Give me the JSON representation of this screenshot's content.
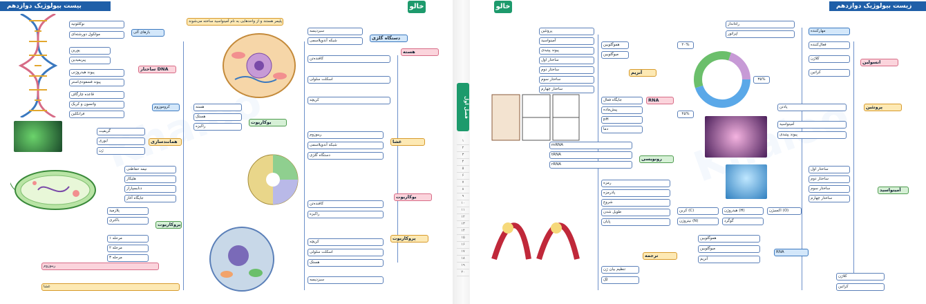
{
  "left": {
    "banner": "بیست بیولوژیک دوازدهم",
    "logo": "خالو",
    "top_note": "مقدمه: پروتئین‌ها پلیمر هستند و از واحدهایی به نام آمینواسید ساخته می‌شوند",
    "nodes": {
      "center_dna": "ساختار DNA",
      "nucleotide": "نوکلئوتید",
      "dna_double": "مولکول دورشته‌ای",
      "bases": "بازهای آلی",
      "purine": "پورین",
      "pyrimidine": "پیریمیدین",
      "bond_h": "پیوند هیدروژنی",
      "bond_p": "پیوند فسفودی‌استر",
      "chargaff": "قاعده چارگاف",
      "watson": "واتسون و کریک",
      "rosalind": "فرانکلین",
      "griffith": "گریفیت",
      "avery": "ایوری",
      "gene": "ژن",
      "chromosome": "کروموزوم",
      "replication": "همانندسازی",
      "semi": "نیمه حفاظتی",
      "helicase": "هلیکاز",
      "polymerase": "دنابسپاراز",
      "origin": "جایگاه آغاز",
      "prokaryote": "پروکاریوت",
      "eukaryote": "یوکاریوت",
      "cell_nucleus": "هسته",
      "nucleolus": "هستک",
      "membrane": "غشا",
      "ribosome": "ریبوزوم",
      "plasmid": "پلازمید",
      "bacteria": "باکتری",
      "step1": "مرحله ۱",
      "step2": "مرحله ۲",
      "step3": "مرحله ۳",
      "mitochondria": "راکیزه",
      "chloroplast": "سبزدیسه",
      "er": "شبکه آندوپلاسمی",
      "golgi": "دستگاه گلژی",
      "lysosome": "کافنده‌تن",
      "cytoskeleton": "اسکلت سلولی",
      "vacuole": "کریچه"
    }
  },
  "right": {
    "banner": "زیست بیولوژیک دوازدهم",
    "logo": "خالو",
    "chapter": "فصل اول",
    "nodes": {
      "protein": "پروتئین",
      "amino": "آمینواسید",
      "peptide": "پیوند پپتیدی",
      "primary": "ساختار اول",
      "secondary": "ساختار دوم",
      "tertiary": "ساختار سوم",
      "quaternary": "ساختار چهارم",
      "hemoglobin": "هموگلوبین",
      "myoglobin": "میوگلوبین",
      "enzyme": "آنزیم",
      "active_site": "جایگاه فعال",
      "substrate": "پیش‌ماده",
      "ph": "pH",
      "temp": "دما",
      "rna": "RNA",
      "mrna": "mRNA",
      "trna": "tRNA",
      "rrna": "rRNA",
      "transcription": "رونویسی",
      "translation": "ترجمه",
      "codon": "رمزه",
      "anticodon": "پادرمزه",
      "start": "شروع",
      "elongation": "طویل شدن",
      "termination": "پایان",
      "operon": "تنظیم بیان ژن",
      "lac": "لک",
      "promoter": "راه‌انداز",
      "operator": "اپراتور",
      "repressor": "مهارکننده",
      "activator": "فعال‌کننده",
      "carbon": "کربن (C)",
      "hydrogen": "هیدروژن (H)",
      "oxygen": "اکسیژن (O)",
      "nitrogen": "نیتروژن (N)",
      "sulfur": "گوگرد",
      "collagen": "کلاژن",
      "keratin": "کراتین",
      "insulin": "انسولین",
      "antibody": "پادتن"
    },
    "ring_labels": [
      "۲۰%",
      "۳۵%",
      "۴۵%"
    ],
    "page_numbers": [
      "۱",
      "۲",
      "۳",
      "۴",
      "۵",
      "۶",
      "۷",
      "۸",
      "۹",
      "۱۰",
      "۱۱",
      "۱۲",
      "۱۳",
      "۱۴",
      "۱۵",
      "۱۶",
      "۱۷",
      "۱۸",
      "۱۹",
      "۲۰"
    ]
  },
  "colors": {
    "banner": "#1f5fa8",
    "logo": "#1d9a6c",
    "highlight": "#fde9b4",
    "pink": "#fbd4dc",
    "green": "#d6f0d6",
    "blue": "#d3e7fa"
  },
  "icons": [
    "dna-helix-illustration",
    "cell-illustration",
    "bacteria-illustration",
    "chloroplast-illustration",
    "donut-chart",
    "microscope-image",
    "water-drop-image"
  ]
}
